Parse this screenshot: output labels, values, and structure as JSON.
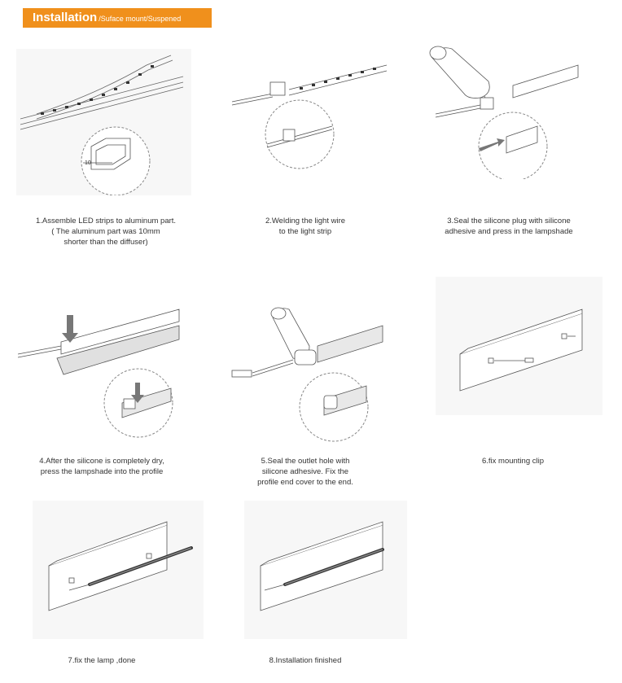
{
  "header": {
    "title": "Installation",
    "subtitle": "/Suface mount/Suspened"
  },
  "steps": [
    {
      "id": 1,
      "lines": [
        "1.Assemble LED strips to  aluminum part.",
        "( The aluminum part was 10mm",
        "shorter than the diffuser)"
      ],
      "dimension": "10"
    },
    {
      "id": 2,
      "lines": [
        "2.Welding the light wire",
        "to the light strip"
      ]
    },
    {
      "id": 3,
      "lines": [
        "3.Seal the silicone plug with silicone",
        "adhesive and press in the lampshade"
      ]
    },
    {
      "id": 4,
      "lines": [
        "4.After the silicone is completely dry,",
        "press the lampshade into the profile"
      ]
    },
    {
      "id": 5,
      "lines": [
        "5.Seal the outlet hole with",
        "silicone adhesive. Fix the",
        "profile end cover to the end."
      ]
    },
    {
      "id": 6,
      "lines": [
        "6.fix mounting clip"
      ]
    },
    {
      "id": 7,
      "lines": [
        "7.fix the lamp ,done"
      ]
    },
    {
      "id": 8,
      "lines": [
        "8.Installation finished"
      ]
    }
  ],
  "colors": {
    "banner": "#f0901c",
    "line": "#555555",
    "arrow": "#777777"
  }
}
